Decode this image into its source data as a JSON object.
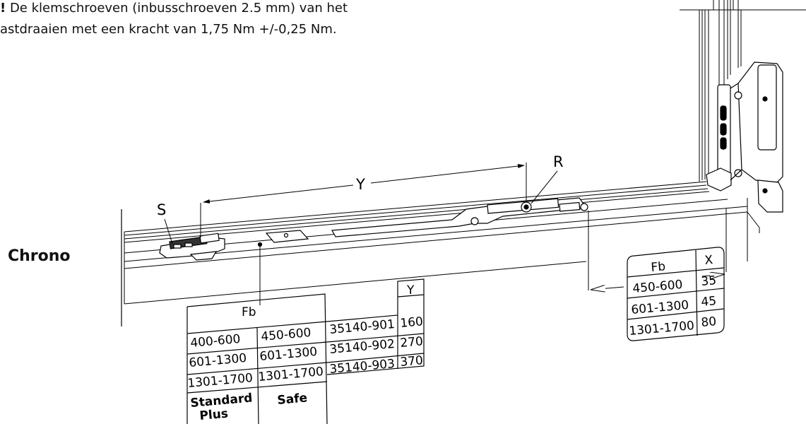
{
  "note": {
    "bang": "!",
    "line1": " De klemschroeven (inbusschroeven 2.5 mm) van het",
    "line2": "astdraaien met een kracht van 1,75 Nm +/-0,25 Nm."
  },
  "side_label": "Chrono",
  "callouts": {
    "s": "S",
    "r": "R",
    "y": "Y"
  },
  "y_table": {
    "fb_header": "Fb",
    "y_header": "Y",
    "rows": [
      {
        "standard_plus": "400-600",
        "safe": "450-600",
        "part": "35140-901",
        "y": "160"
      },
      {
        "standard_plus": "601-1300",
        "safe": "601-1300",
        "part": "35140-902",
        "y": "270"
      },
      {
        "standard_plus": "1301-1700",
        "safe": "1301-1700",
        "part": "35140-903",
        "y": "370"
      }
    ],
    "variant_standard_line1": "Standard",
    "variant_standard_line2": "Plus",
    "variant_safe": "Safe"
  },
  "x_table": {
    "fb_header": "Fb",
    "x_header": "X",
    "rows": [
      {
        "fb": "450-600",
        "x": "35"
      },
      {
        "fb": "601-1300",
        "x": "45"
      },
      {
        "fb": "1301-1700",
        "x": "80"
      }
    ]
  }
}
